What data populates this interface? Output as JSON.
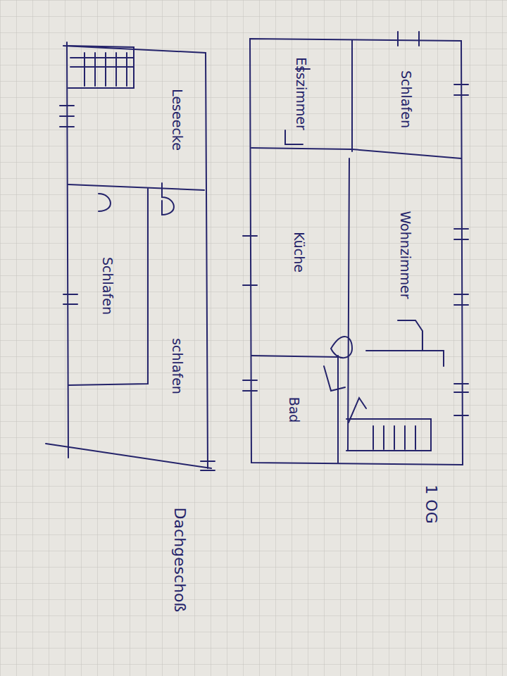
{
  "diagram": {
    "nodes": [
      {
        "text": [
          "Schlafen"
        ]
      },
      {
        "text": [
          "Esszimmer"
        ]
      },
      {
        "text": [
          "Küche"
        ]
      },
      {
        "text": [
          "Wohnzimmer"
        ]
      },
      {
        "text": [
          "Bad"
        ]
      },
      {
        "text": [
          "Leseecke"
        ]
      },
      {
        "text": [
          "Schlafen"
        ]
      },
      {
        "text": [
          "schlafen"
        ]
      }
    ],
    "labels": [
      "1 OG",
      "Dachgeschoß"
    ]
  }
}
